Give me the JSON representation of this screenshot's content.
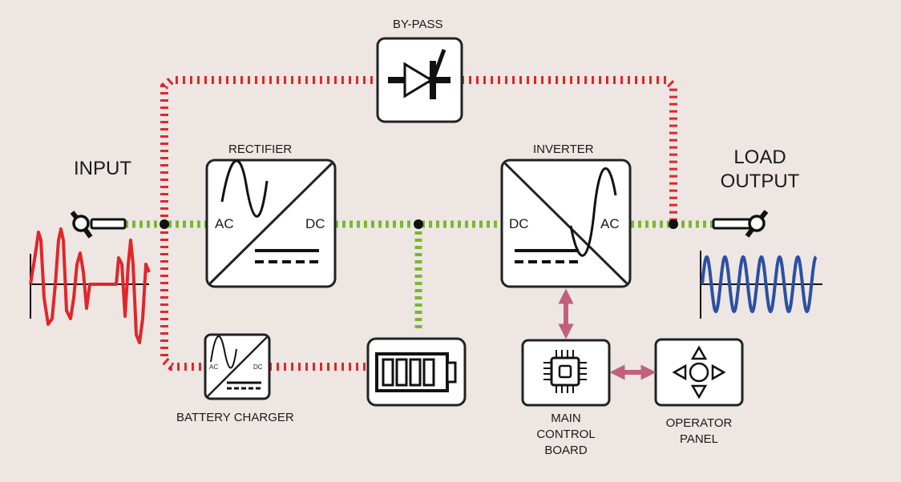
{
  "labels": {
    "bypass": "BY-PASS",
    "rectifier": "RECTIFIER",
    "inverter": "INVERTER",
    "input": "INPUT",
    "load_line1": "LOAD",
    "load_line2": "OUTPUT",
    "battery_charger": "BATTERY CHARGER",
    "main_line1": "MAIN",
    "main_line2": "CONTROL",
    "main_line3": "BOARD",
    "operator_line1": "OPERATOR",
    "operator_line2": "PANEL"
  },
  "blocks": {
    "rectifier": {
      "left": "AC",
      "right": "DC"
    },
    "inverter": {
      "left": "DC",
      "right": "AC"
    },
    "charger": {
      "left": "AC",
      "right": "DC"
    }
  },
  "colors": {
    "bypass_path": "#e0262a",
    "main_path": "#7ab82f",
    "control_link": "#c0607e",
    "input_wave": "#e0262a",
    "output_wave": "#2b4fa3"
  }
}
